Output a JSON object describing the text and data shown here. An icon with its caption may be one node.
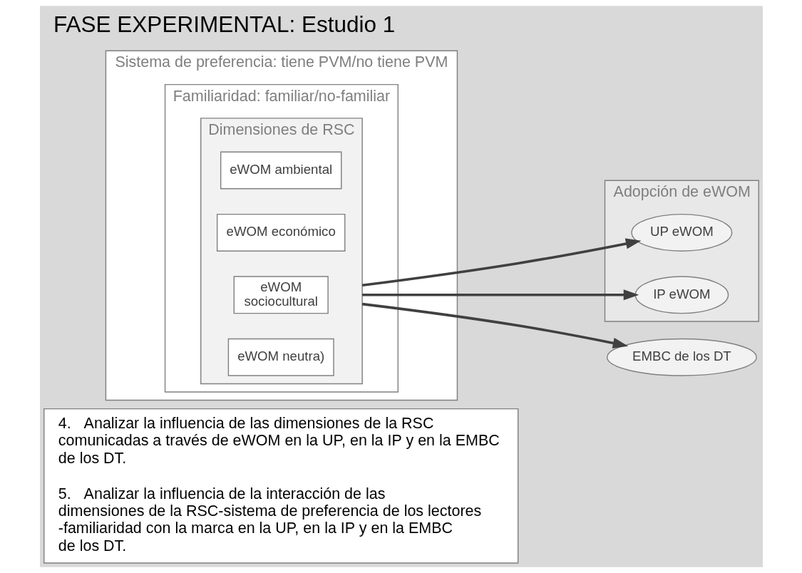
{
  "diagram": {
    "title": "FASE EXPERIMENTAL: Estudio 1",
    "nodes": [
      {
        "text": [
          "4.   Analizar la influencia de las dimensiones de la RSC comunicadas a través de eWOM en la UP, en la IP y en la EMBC de los DT.",
          "5.   Analizar la influencia de la interacción de las dimensiones de la RSC-sistema de preferencia de los lectores -familiaridad con la marca en la UP, en la IP y en la EMBC de los DT."
        ]
      },
      {
        "text": [
          "Sistema de preferencia: tiene PVM/no tiene PVM"
        ]
      },
      {
        "text": [
          "Familiaridad: familiar/no-familiar"
        ],
        "in": 1
      },
      {
        "text": [
          "Dimensiones de RSC"
        ],
        "in": 2
      },
      {
        "text": [
          "eWOM ambiental"
        ],
        "in": 3
      },
      {
        "text": [
          "eWOM económico"
        ],
        "in": 3
      },
      {
        "text": [
          "eWOM sociocultural"
        ],
        "in": 3
      },
      {
        "text": [
          "eWOM neutra)"
        ],
        "in": 3
      },
      {
        "text": [
          "Adopción de eWOM"
        ]
      },
      {
        "text": [
          "UP eWOM"
        ],
        "in": 8
      },
      {
        "text": [
          "IP eWOM"
        ],
        "in": 8
      },
      {
        "text": [
          "EMBC de los DT"
        ]
      }
    ],
    "edges": [
      {
        "from": 3,
        "to": 9,
        "arrow": "to"
      },
      {
        "from": 3,
        "to": 10,
        "arrow": "to"
      },
      {
        "from": 3,
        "to": 11,
        "arrow": "to"
      }
    ]
  }
}
